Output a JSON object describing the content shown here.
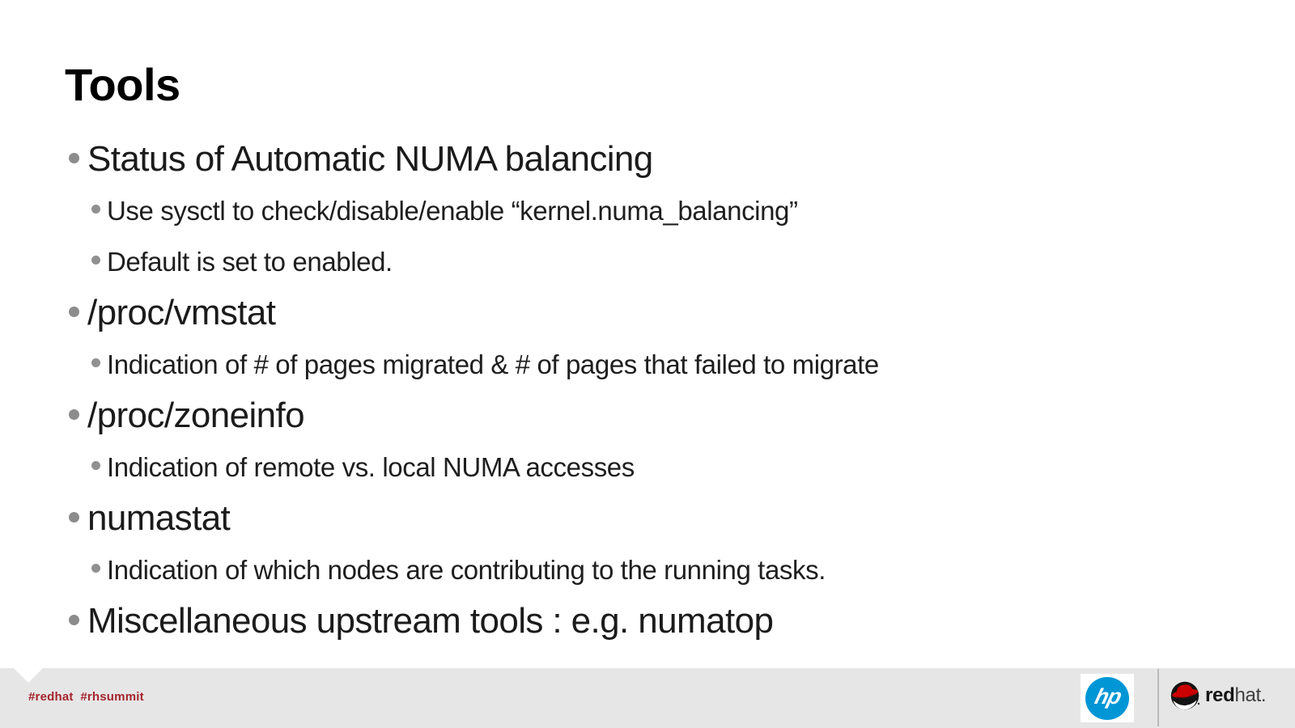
{
  "slide": {
    "title": "Tools",
    "bullets": [
      {
        "level": 1,
        "text": "Status of Automatic NUMA balancing"
      },
      {
        "level": 2,
        "text": "Use sysctl to check/disable/enable “kernel.numa_balancing”"
      },
      {
        "level": 2,
        "text": "Default is set to enabled."
      },
      {
        "level": 1,
        "text": "/proc/vmstat"
      },
      {
        "level": 2,
        "text": "Indication of # of pages migrated & # of pages that failed to migrate"
      },
      {
        "level": 1,
        "text": "/proc/zoneinfo"
      },
      {
        "level": 2,
        "text": "Indication of remote vs. local NUMA accesses"
      },
      {
        "level": 1,
        "text": "numastat"
      },
      {
        "level": 2,
        "text": "Indication of which nodes are contributing to the running tasks."
      },
      {
        "level": 1,
        "text": "Miscellaneous upstream tools : e.g. numatop"
      }
    ]
  },
  "footer": {
    "hashtags": "#redhat  #rhsummit",
    "hp_logo_text": "hp",
    "redhat_wordmark": {
      "red": "red",
      "hat": "hat."
    },
    "icons": {
      "hp": "hp-logo",
      "redhat": "redhat-fedora-icon",
      "notch": "footer-notch"
    },
    "colors": {
      "footer_bg": "#e6e6e6",
      "hashtag_red": "#a4262e",
      "hp_blue": "#0096d6",
      "redhat_red": "#cc0000",
      "bullet_gray": "#8c8c8c",
      "text": "#1b1b1b"
    }
  }
}
